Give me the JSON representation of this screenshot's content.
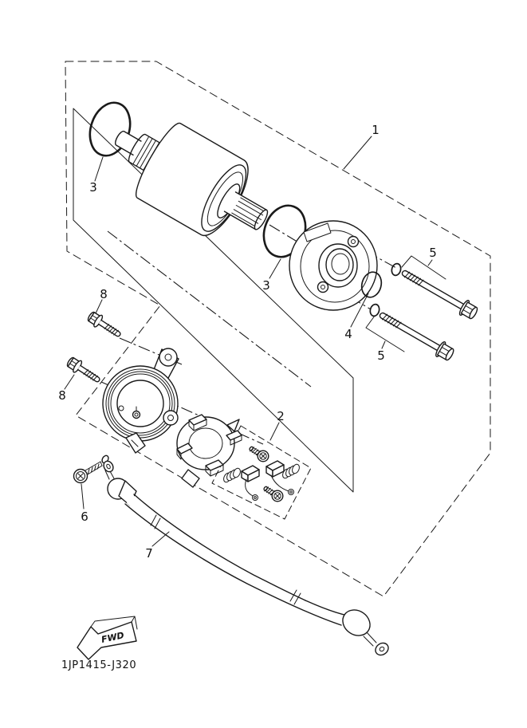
{
  "diagram": {
    "part_code": "1JP1415-J320",
    "fwd_label": "FWD",
    "callouts": [
      {
        "id": "1",
        "label": "1"
      },
      {
        "id": "2",
        "label": "2"
      },
      {
        "id": "3a",
        "label": "3"
      },
      {
        "id": "3b",
        "label": "3"
      },
      {
        "id": "4",
        "label": "4"
      },
      {
        "id": "5a",
        "label": "5"
      },
      {
        "id": "5b",
        "label": "5"
      },
      {
        "id": "6",
        "label": "6"
      },
      {
        "id": "7",
        "label": "7"
      },
      {
        "id": "8a",
        "label": "8"
      },
      {
        "id": "8b",
        "label": "8"
      }
    ],
    "colors": {
      "line": "#1a1a1a",
      "background": "#ffffff"
    }
  }
}
